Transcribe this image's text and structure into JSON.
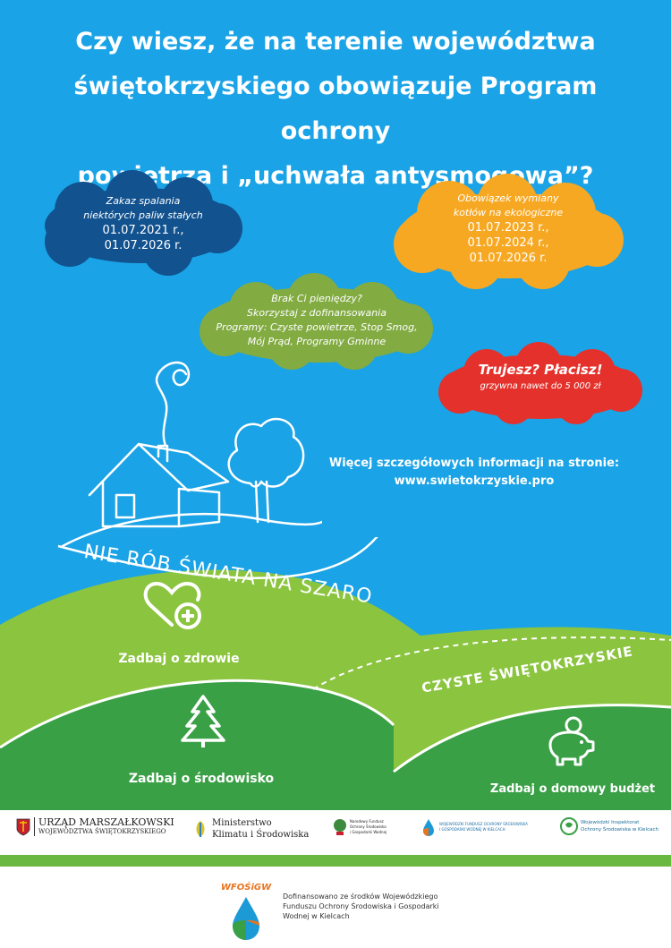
{
  "title": {
    "line1": "Czy wiesz, że na terenie województwa",
    "line2": "świętokrzyskiego obowiązuje Program ochrony",
    "line3": "powietrza i „uchwała antysmogowa”?"
  },
  "cloud_ban": {
    "line1": "Zakaz spalania",
    "line2": "niektórych paliw stałych",
    "date1": "01.07.2021 r.,",
    "date2": "01.07.2026 r."
  },
  "cloud_boilers": {
    "line1": "Obowiązek wymiany",
    "line2": "kotłów na ekologiczne",
    "date1": "01.07.2023 r.,",
    "date2": "01.07.2024 r.,",
    "date3": "01.07.2026 r."
  },
  "cloud_funding": {
    "line1": "Brak Ci pieniędzy?",
    "line2": "Skorzystaj z dofinansowania",
    "line3": "Programy: Czyste powietrze, Stop Smog,",
    "line4": "Mój Prąd, Programy Gminne"
  },
  "cloud_fine": {
    "line1": "Trujesz? Płacisz!",
    "line2": "grzywna nawet do 5 000 zł"
  },
  "info": {
    "line1": "Więcej szczegółowych informacji na stronie:",
    "url": "www.swietokrzyskie.pro"
  },
  "slogan": "NIE RÓB ŚWIATA NA SZARO",
  "captions": {
    "health": "Zadbaj o zdrowie",
    "environment": "Zadbaj o środowisko",
    "budget": "Zadbaj o domowy budżet",
    "banner": "CZYSTE ŚWIĘTOKRZYSKIE"
  },
  "logos": {
    "marshal_line1": "URZĄD MARSZAŁKOWSKI",
    "marshal_line2": "WOJEWÓDZTWA ŚWIĘTOKRZYSKIEGO",
    "ministry_line1": "Ministerstwo",
    "ministry_line2": "Klimatu i Środowiska",
    "nfos_line1": "Narodowy Fundusz",
    "nfos_line2": "Ochrony Środowiska",
    "nfos_line3": "i Gospodarki Wodnej",
    "wfos_small_line1": "WOJEWÓDZKI FUNDUSZ OCHRONY ŚRODOWISKA",
    "wfos_small_line2": "I GOSPODARKI WODNEJ W KIELCACH",
    "wios_line1": "Wojewódzki Inspektorat",
    "wios_line2": "Ochrony Środowiska w Kielcach"
  },
  "footer": {
    "wfos_logo": "WFOŚiGW",
    "note": "Dofinansowano ze środków Wojewódzkiego Funduszu Ochrony Środowiska i Gospodarki Wodnej w Kielcach"
  },
  "colors": {
    "sky": "#1aa3e6",
    "cloud_ban": "#11528f",
    "cloud_boilers": "#f7a823",
    "cloud_funding": "#82ab42",
    "cloud_fine": "#e4312b",
    "hill_light": "#8bc43f",
    "hill_dark": "#3aa046"
  },
  "icons": [
    "heart-plus-icon",
    "pine-tree-icon",
    "piggy-bank-icon",
    "chimney-smoke-icon",
    "house-icon",
    "tree-icon"
  ]
}
